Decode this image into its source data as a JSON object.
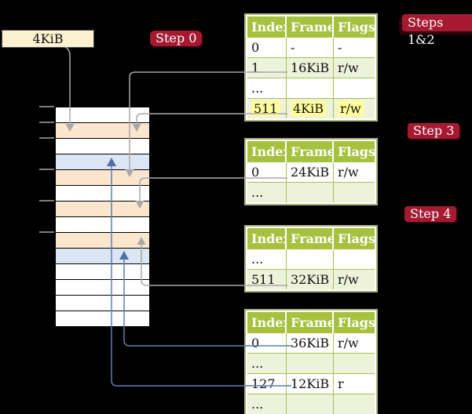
{
  "frame_box": {
    "label": "4KiB"
  },
  "labels": {
    "step0": "Step 0",
    "steps12": "Steps 1&2",
    "step3": "Step 3",
    "step4": "Step 4"
  },
  "memory": {
    "rows": [
      "white",
      "orange",
      "white",
      "blue",
      "orange",
      "white",
      "orange",
      "white",
      "orange",
      "blue",
      "white",
      "white",
      "white",
      "white"
    ]
  },
  "tables": [
    {
      "name": "page-table-steps-1-2",
      "headers": [
        "Index",
        "Frame",
        "Flags"
      ],
      "rows": [
        {
          "cells": [
            "0",
            "-",
            "-"
          ],
          "hl": false
        },
        {
          "cells": [
            "1",
            "16KiB",
            "r/w"
          ],
          "hl": false
        },
        {
          "cells": [
            "...",
            "",
            ""
          ],
          "hl": false
        },
        {
          "cells": [
            "511",
            "4KiB",
            "r/w"
          ],
          "hl": true
        }
      ]
    },
    {
      "name": "page-table-step-3",
      "headers": [
        "Index",
        "Frame",
        "Flags"
      ],
      "rows": [
        {
          "cells": [
            "0",
            "24KiB",
            "r/w"
          ],
          "hl": false
        },
        {
          "cells": [
            "...",
            "",
            ""
          ],
          "hl": false
        }
      ]
    },
    {
      "name": "page-table-step-4",
      "headers": [
        "Index",
        "Frame",
        "Flags"
      ],
      "rows": [
        {
          "cells": [
            "...",
            "",
            ""
          ],
          "hl": false
        },
        {
          "cells": [
            "511",
            "32KiB",
            "r/w"
          ],
          "hl": false
        }
      ]
    },
    {
      "name": "page-table-bottom",
      "headers": [
        "Index",
        "Frame",
        "Flags"
      ],
      "rows": [
        {
          "cells": [
            "0",
            "36KiB",
            "r/w"
          ],
          "hl": false
        },
        {
          "cells": [
            "...",
            "",
            ""
          ],
          "hl": false
        },
        {
          "cells": [
            "127",
            "12KiB",
            "r"
          ],
          "hl": false
        },
        {
          "cells": [
            "...",
            "",
            ""
          ],
          "hl": false
        }
      ]
    }
  ],
  "colors": {
    "header_green": "#a5c13d",
    "table_border": "#a9b27b",
    "row_shade_green": "#edf2da",
    "highlight_yellow": "#ffff99",
    "label_crimson": "#a51a31",
    "frame_box_cream": "#fcf1d0",
    "memory_orange": "#fbe5cd",
    "memory_blue": "#dbe6f4",
    "arrow_gray": "#a8a8a8",
    "arrow_blue": "#5b7fb0"
  }
}
